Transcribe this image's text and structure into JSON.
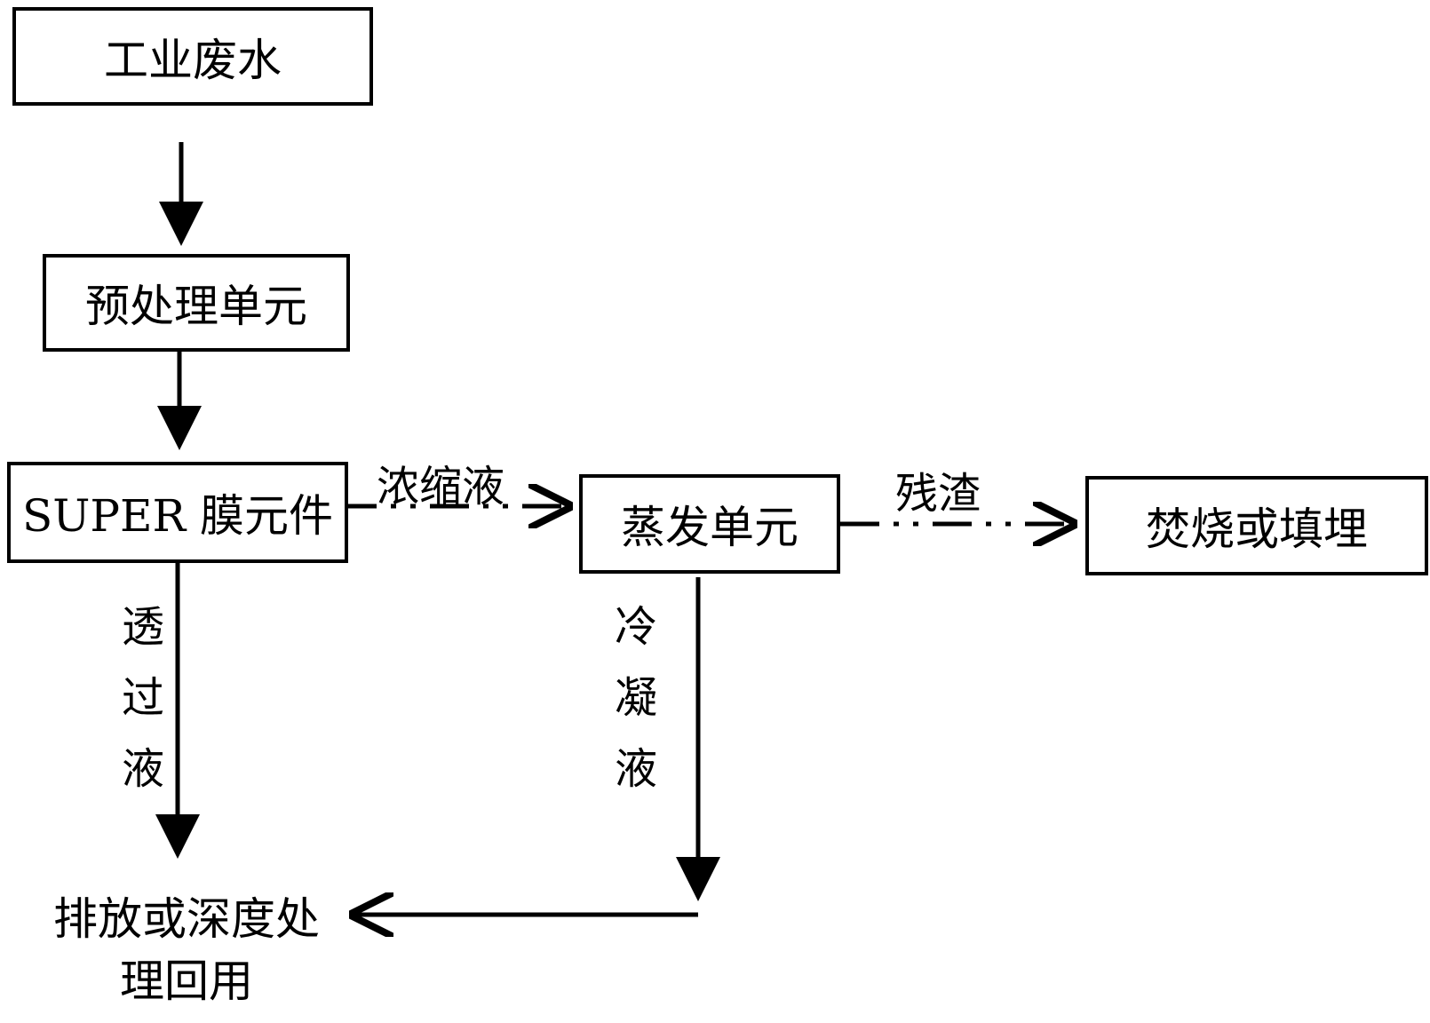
{
  "nodes": {
    "wastewater": "工业废水",
    "pretreatment": "预处理单元",
    "membrane": "SUPER 膜元件",
    "evaporation": "蒸发单元",
    "incineration": "焚烧或填埋",
    "discharge_line1": "排放或深度处",
    "discharge_line2": "理回用"
  },
  "edges": {
    "concentrate": "浓缩液",
    "residue": "残渣",
    "permeate": [
      "透",
      "过",
      "液"
    ],
    "condensate": [
      "冷",
      "凝",
      "液"
    ]
  }
}
